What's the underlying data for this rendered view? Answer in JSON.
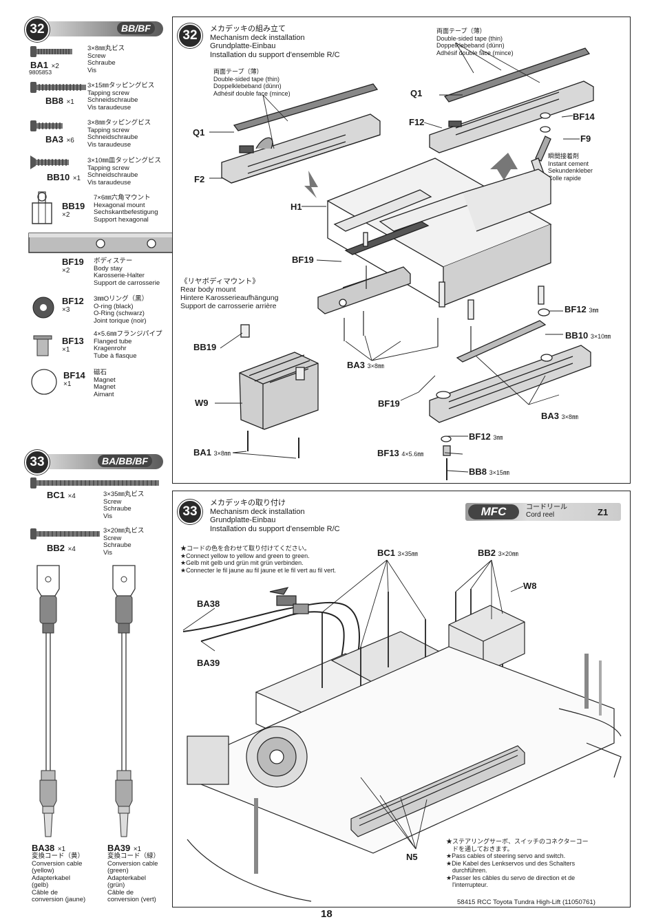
{
  "step32": {
    "number": "32",
    "code": "BB/BF",
    "parts": [
      {
        "code": "BA1",
        "qty": "×2",
        "sub": "9805853",
        "desc": "3×8㎜丸ビス\nScrew\nSchraube\nVis"
      },
      {
        "code": "BB8",
        "qty": "×1",
        "desc": "3×15㎜タッピングビス\nTapping screw\nSchneidschraube\nVis taraudeuse"
      },
      {
        "code": "BA3",
        "qty": "×6",
        "desc": "3×8㎜タッピングビス\nTapping screw\nSchneidschraube\nVis taraudeuse"
      },
      {
        "code": "BB10",
        "qty": "×1",
        "desc": "3×10㎜皿タッピングビス\nTapping screw\nSchneidschraube\nVis taraudeuse"
      },
      {
        "code": "BB19",
        "qty": "×2",
        "desc": "7×6㎜六角マウント\nHexagonal mount\nSechskantbefestigung\nSupport hexagonal"
      },
      {
        "code": "BF19",
        "qty": "×2",
        "desc": "ボディステー\nBody stay\nKarosserie-Halter\nSupport de carrosserie"
      },
      {
        "code": "BF12",
        "qty": "×3",
        "desc": "3㎜Oリング（黒）\nO-ring (black)\nO-Ring (schwarz)\nJoint torique (noir)"
      },
      {
        "code": "BF13",
        "qty": "×1",
        "desc": "4×5.6㎜フランジパイプ\nFlanged tube\nKragenrohr\nTube à flasque"
      },
      {
        "code": "BF14",
        "qty": "×1",
        "desc": "磁石\nMagnet\nMagnet\nAimant"
      }
    ],
    "title": "メカデッキの組み立て\nMechanism deck installation\nGrundplatte-Einbau\nInstallation du support d'ensemble R/C",
    "tape_left": "両面テープ（薄）\nDouble-sided tape (thin)\nDoppelklebeband (dünn)\nAdhésif double face (mince)",
    "tape_right": "両面テープ（薄）\nDouble-sided tape (thin)\nDoppelklebeband (dünn)\nAdhésif double face (mince)",
    "cement": "瞬間接着剤\nInstant cement\nSekundenkleber\nColle rapide",
    "rear_mount": "《リヤボディマウント》\nRear body mount\nHintere Karosserieaufhängung\nSupport de carrosserie arrière",
    "callouts": {
      "q1_left": "Q1",
      "f2": "F2",
      "h1": "H1",
      "bf19_top": "BF19",
      "q1_right": "Q1",
      "f12": "F12",
      "bf14": "BF14",
      "f9": "F9",
      "bf12": "BF12",
      "bf12_size": "3㎜",
      "bb10": "BB10",
      "bb10_size": "3×10㎜",
      "ba3_mid": "BA3",
      "ba3_mid_size": "3×8㎜",
      "bb19": "BB19",
      "w9": "W9",
      "ba1": "BA1",
      "ba1_size": "3×8㎜",
      "bf19_bot": "BF19",
      "ba3_right": "BA3",
      "ba3_right_size": "3×8㎜",
      "bf12_bot": "BF12",
      "bf12_bot_size": "3㎜",
      "bf13": "BF13",
      "bf13_size": "4×5.6㎜",
      "bb8": "BB8",
      "bb8_size": "3×15㎜"
    }
  },
  "step33": {
    "number": "33",
    "code": "BA/BB/BF",
    "parts": [
      {
        "code": "BC1",
        "qty": "×4",
        "desc": "3×35㎜丸ビス\nScrew\nSchraube\nVis"
      },
      {
        "code": "BB2",
        "qty": "×4",
        "desc": "3×20㎜丸ビス\nScrew\nSchraube\nVis"
      },
      {
        "code": "BA38",
        "qty": "×1",
        "desc": "変換コード（黄）\nConversion cable\n(yellow)\nAdapterkabel\n(gelb)\nCâble de\nconversion (jaune)"
      },
      {
        "code": "BA39",
        "qty": "×1",
        "desc": "変換コード（緑）\nConversion cable\n(green)\nAdapterkabel\n(grün)\nCâble de\nconversion (vert)"
      }
    ],
    "title": "メカデッキの取り付け\nMechanism deck installation\nGrundplatte-Einbau\nInstallation du support d'ensemble R/C",
    "mfc": "MFC",
    "cord_reel": "コードリール\nCord reel",
    "z1": "Z1",
    "connect_note": "★コードの色を合わせて取り付けてください。\n★Connect yellow to yellow and green to green.\n★Gelb mit gelb und grün mit grün verbinden.\n★Connecter le fil jaune au fil jaune et le fil vert au fil vert.",
    "pass_note": "★ステアリングサーボ、スイッチのコネクターコー\n　ドを通しておきます。\n★Pass cables of steering servo and switch.\n★Die Kabel des Lenkservos und des Schalters\n　durchführen.\n★Passer les câbles du servo de direction et de\n　l'interrupteur.",
    "callouts": {
      "bc1": "BC1",
      "bc1_size": "3×35㎜",
      "bb2": "BB2",
      "bb2_size": "3×20㎜",
      "w8": "W8",
      "ba38": "BA38",
      "ba39": "BA39",
      "n5": "N5"
    }
  },
  "footer": {
    "page": "18",
    "ref": "58415 RCC Toyota Tundra High-Lift (11050761)"
  }
}
